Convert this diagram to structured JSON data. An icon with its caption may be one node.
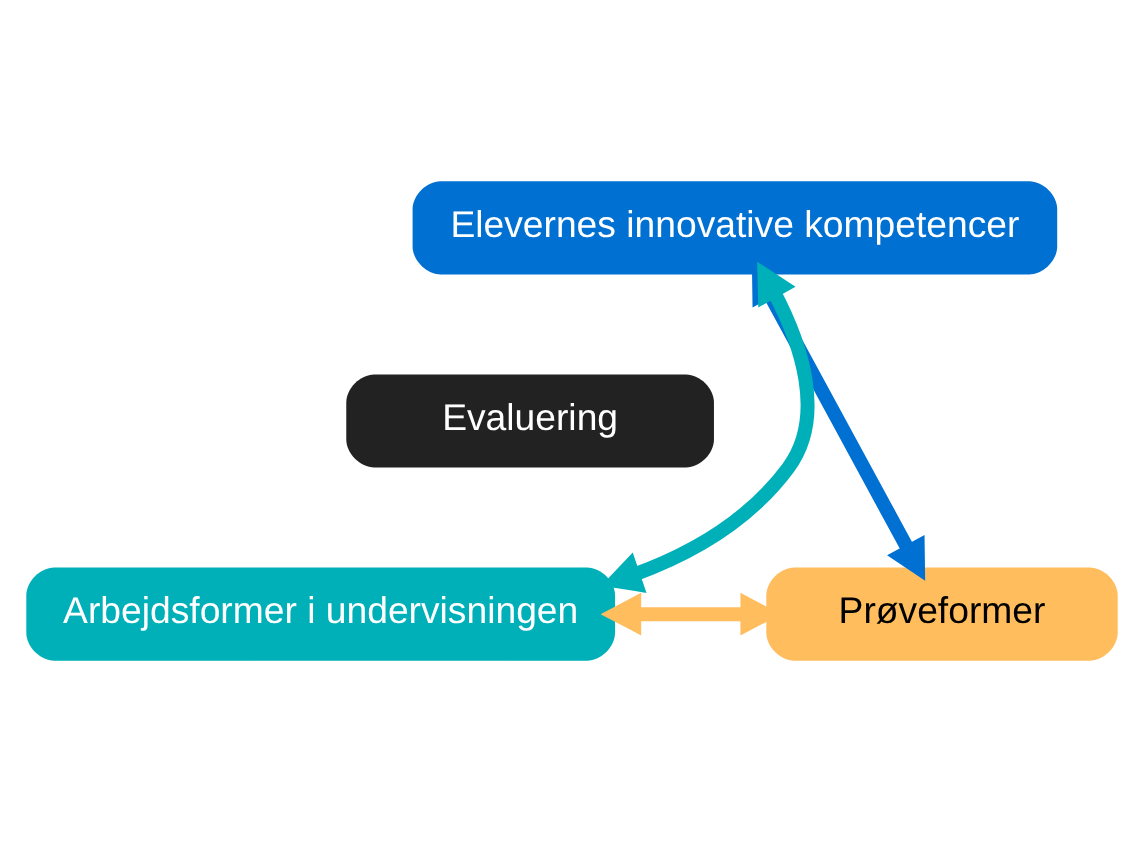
{
  "diagram": {
    "nodes": [
      {
        "text": [
          "Elevernes innovative kompetencer"
        ]
      },
      {
        "text": [
          "Evaluering"
        ]
      },
      {
        "text": [
          "Arbejdsformer i undervisningen"
        ]
      },
      {
        "text": [
          "Prøveformer"
        ]
      }
    ],
    "edges": [
      {
        "from": 2,
        "to": 0,
        "arrow": "both",
        "color": "#00b0b9"
      },
      {
        "from": 0,
        "to": 3,
        "arrow": "both",
        "color": "#0070d2"
      },
      {
        "from": 2,
        "to": 3,
        "arrow": "both",
        "color": "#ffbd5e"
      }
    ]
  }
}
